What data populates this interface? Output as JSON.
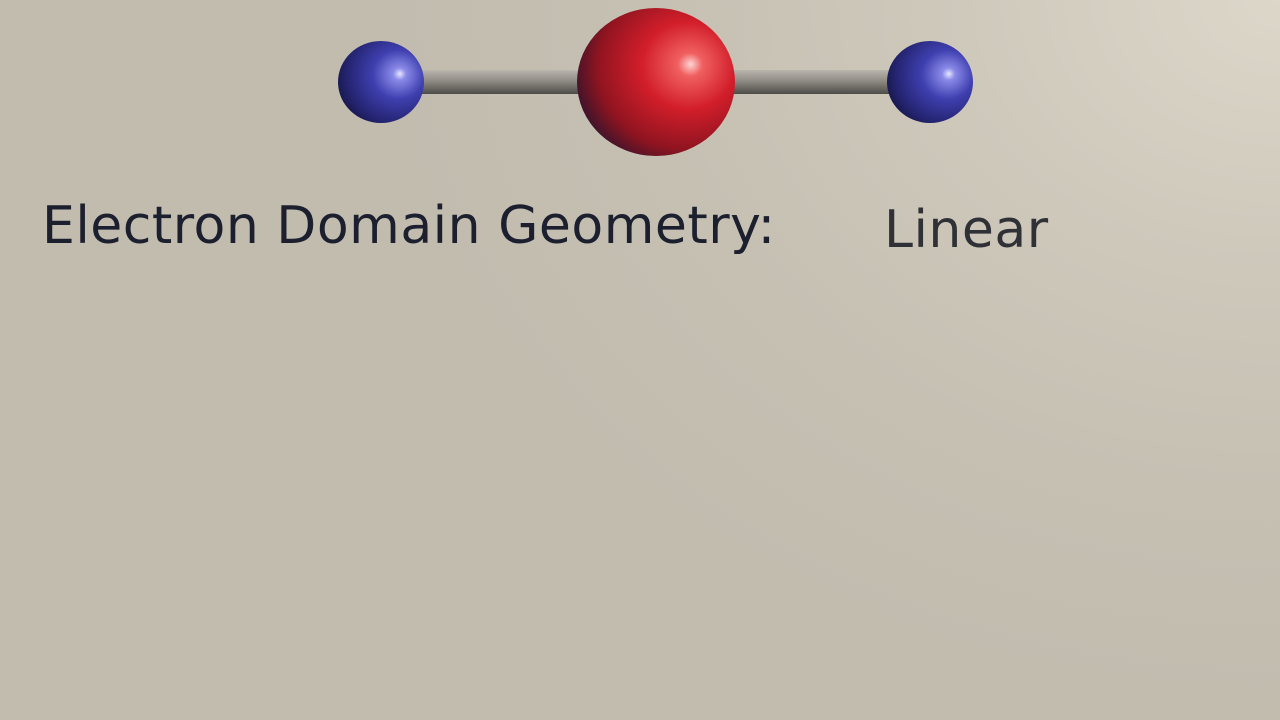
{
  "geometry": {
    "label": "Electron Domain Geometry:",
    "value": "Linear"
  },
  "molecule": {
    "atoms": [
      {
        "role": "terminal-atom-left",
        "color": "#3a3aa8"
      },
      {
        "role": "central-atom",
        "color": "#d2202c"
      },
      {
        "role": "terminal-atom-right",
        "color": "#3a3aa8"
      }
    ],
    "bond_color": "#8a8780"
  }
}
